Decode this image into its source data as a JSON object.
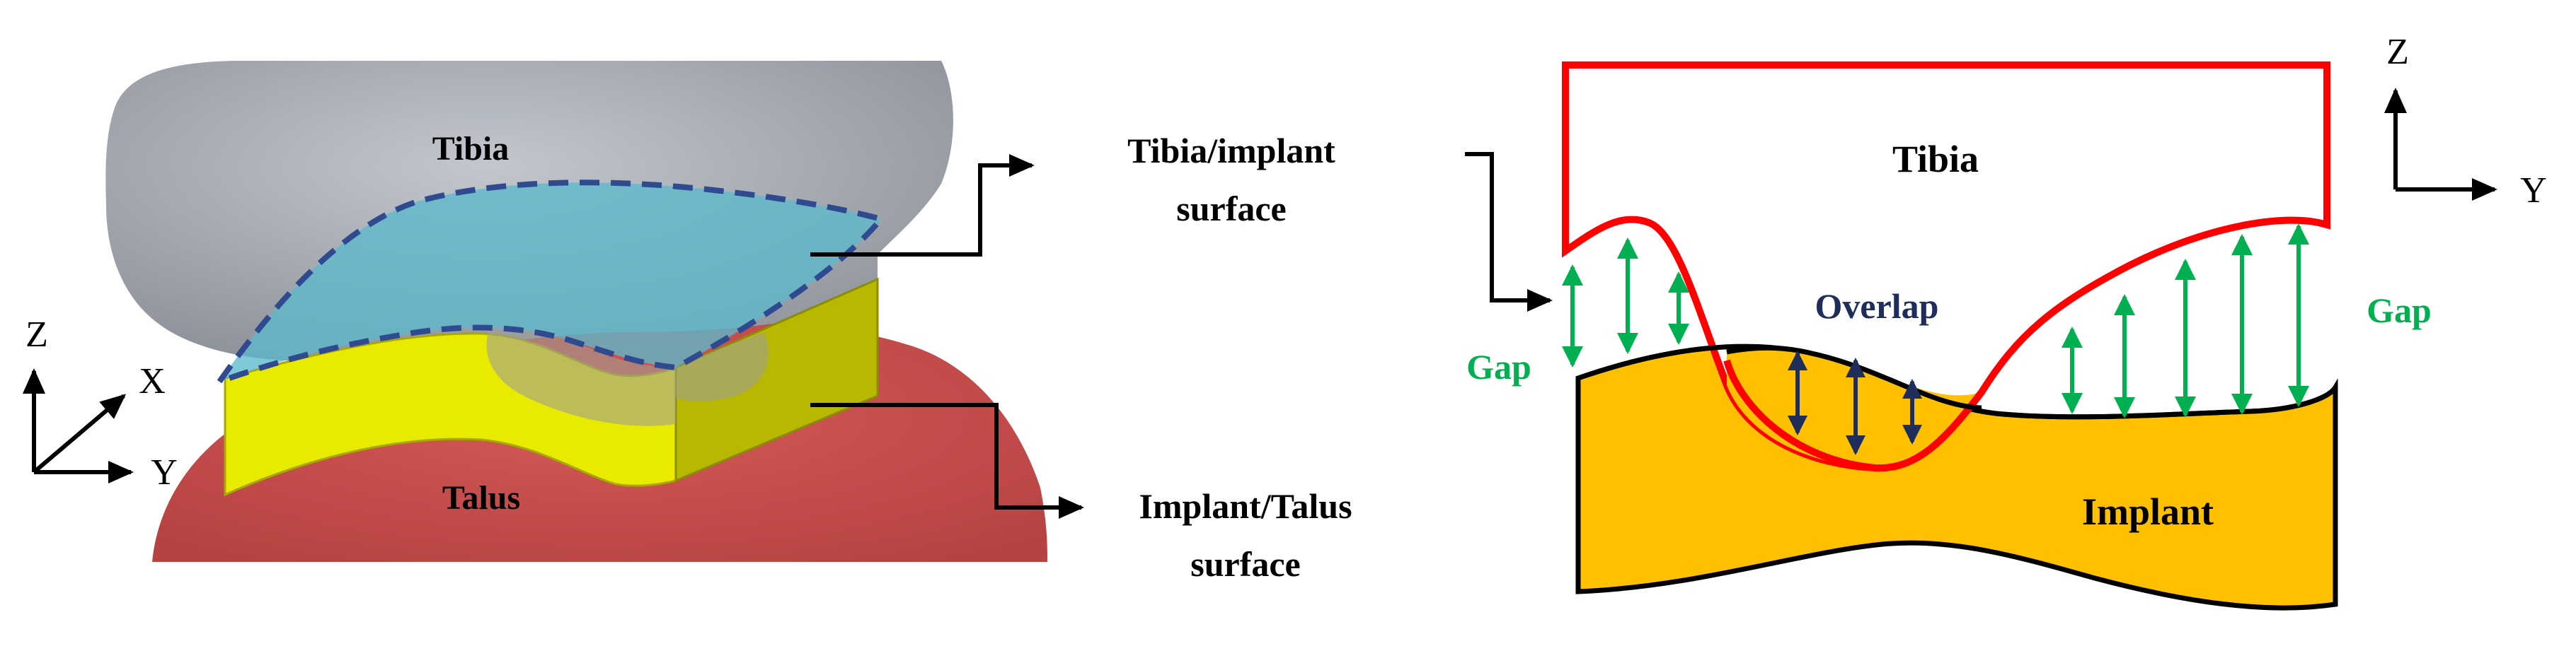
{
  "left_model": {
    "tibia_label": "Tibia",
    "talus_label": "Talus",
    "axes": {
      "z": "Z",
      "x": "X",
      "y": "Y"
    }
  },
  "callouts": {
    "tibia_implant_line1": "Tibia/implant",
    "tibia_implant_line2": "surface",
    "implant_talus_line1": "Implant/Talus",
    "implant_talus_line2": "surface"
  },
  "schematic": {
    "tibia_label": "Tibia",
    "implant_label": "Implant",
    "overlap_label": "Overlap",
    "gap_left_label": "Gap",
    "gap_right_label": "Gap",
    "axes": {
      "z": "Z",
      "y": "Y"
    }
  },
  "colors": {
    "tibia_bone": "#a9aeb6",
    "talus_bone": "#c9504f",
    "implant_3d": "#e8ea00",
    "contact_surface": "#5bb8cc",
    "dashed_outline": "#2f4a8f",
    "tibia_outline": "#ff0000",
    "implant_fill": "#ffc000",
    "gap_arrow": "#00b050",
    "overlap_arrow": "#1f2d5a",
    "label_text": "#000000"
  }
}
